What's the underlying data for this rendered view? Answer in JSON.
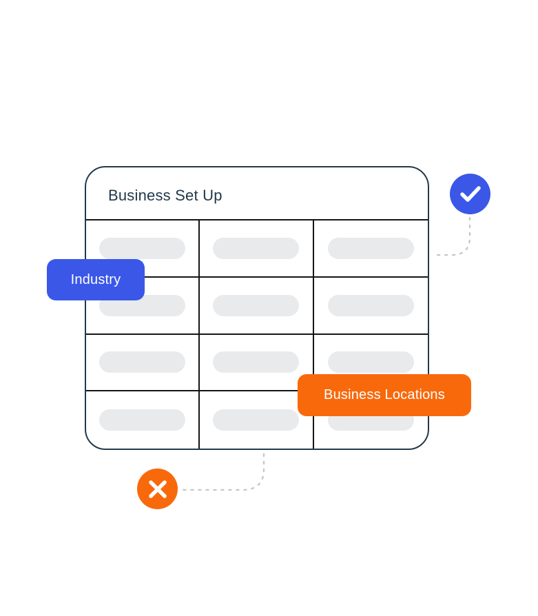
{
  "card": {
    "title": "Business Set Up",
    "table": {
      "rows": 4,
      "columns": 3
    }
  },
  "badges": {
    "industry": {
      "label": "Industry",
      "color": "#3A57E8"
    },
    "business_locations": {
      "label": "Business Locations",
      "color": "#F8690C"
    }
  },
  "status_icons": {
    "check": {
      "name": "check-icon",
      "color": "#3A57E8"
    },
    "cross": {
      "name": "cross-icon",
      "color": "#F8690C"
    }
  },
  "colors": {
    "background": "#FFFFFF",
    "card_border": "#22384A",
    "title_text": "#22384A",
    "grid_line": "#141414",
    "placeholder_pill": "#E9EAEC",
    "connector_dash": "#C5C6C7",
    "badge_text": "#FFFFFF"
  }
}
